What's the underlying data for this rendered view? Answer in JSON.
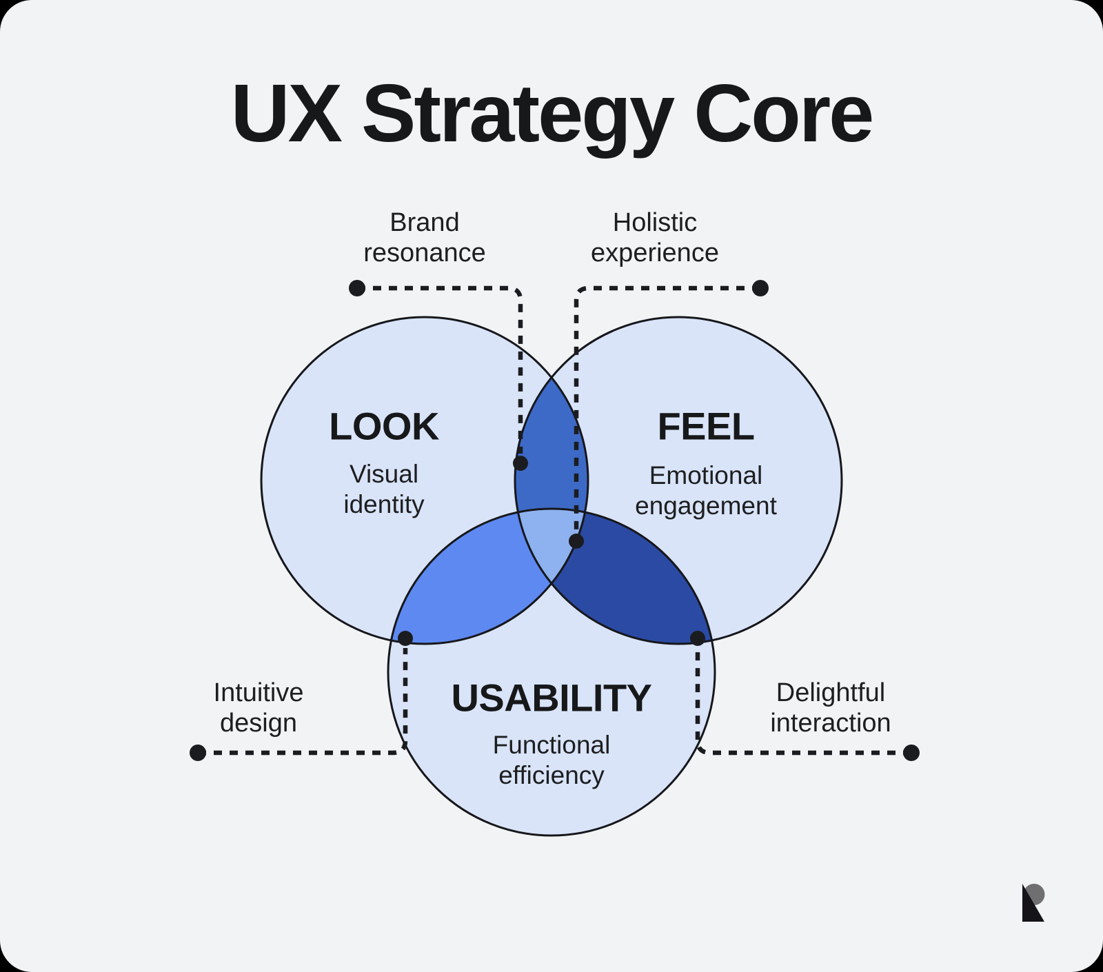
{
  "page": {
    "title": "UX Strategy Core"
  },
  "circles": [
    {
      "name": "look",
      "label": "LOOK",
      "sublabel": "Visual\nidentity"
    },
    {
      "name": "feel",
      "label": "FEEL",
      "sublabel": "Emotional\nengagement"
    },
    {
      "name": "usability",
      "label": "USABILITY",
      "sublabel": "Functional\nefficiency"
    }
  ],
  "callouts": [
    {
      "name": "brand-resonance",
      "label": "Brand\nresonance",
      "points_to": "look+feel"
    },
    {
      "name": "holistic-experience",
      "label": "Holistic\nexperience",
      "points_to": "look+feel+usability"
    },
    {
      "name": "intuitive-design",
      "label": "Intuitive\ndesign",
      "points_to": "look+usability"
    },
    {
      "name": "delightful-interaction",
      "label": "Delightful\ninteraction",
      "points_to": "feel+usability"
    }
  ],
  "colors": {
    "outer_background": "#000000",
    "panel": "#f2f3f5",
    "circle_fill": "#d9e4f8",
    "circle_stroke": "#16171b",
    "region_look_feel": "#3d6ac7",
    "region_look_usability": "#5d89f1",
    "region_feel_usability": "#2b4aa3",
    "region_center": "#8eb2f0",
    "connector": "#1b1c20",
    "text": "#1d1e20",
    "logo_black": "#141419",
    "logo_gray": "#6f6f71"
  },
  "logo": {
    "name": "abstract-r-logo"
  }
}
